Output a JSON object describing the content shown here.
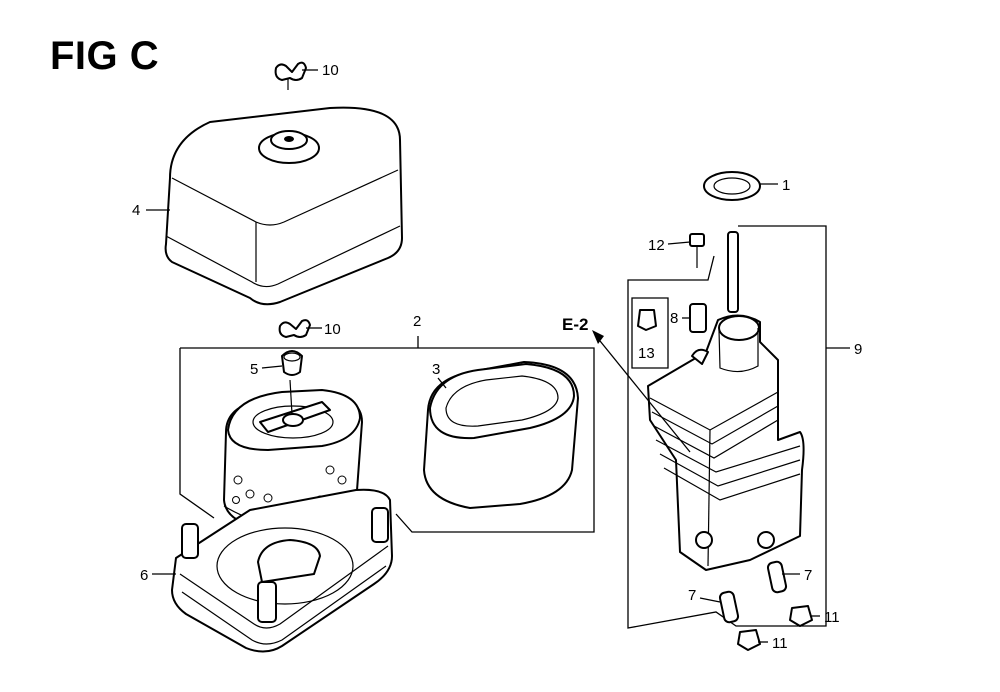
{
  "figure": {
    "title": "FIG C"
  },
  "callouts": {
    "c1": "1",
    "c2": "2",
    "c3": "3",
    "c4": "4",
    "c5": "5",
    "c6": "6",
    "c7a": "7",
    "c7b": "7",
    "c8": "8",
    "c9": "9",
    "c10a": "10",
    "c10b": "10",
    "c11a": "11",
    "c11b": "11",
    "c12": "12",
    "c13": "13",
    "ref": "E-2"
  }
}
